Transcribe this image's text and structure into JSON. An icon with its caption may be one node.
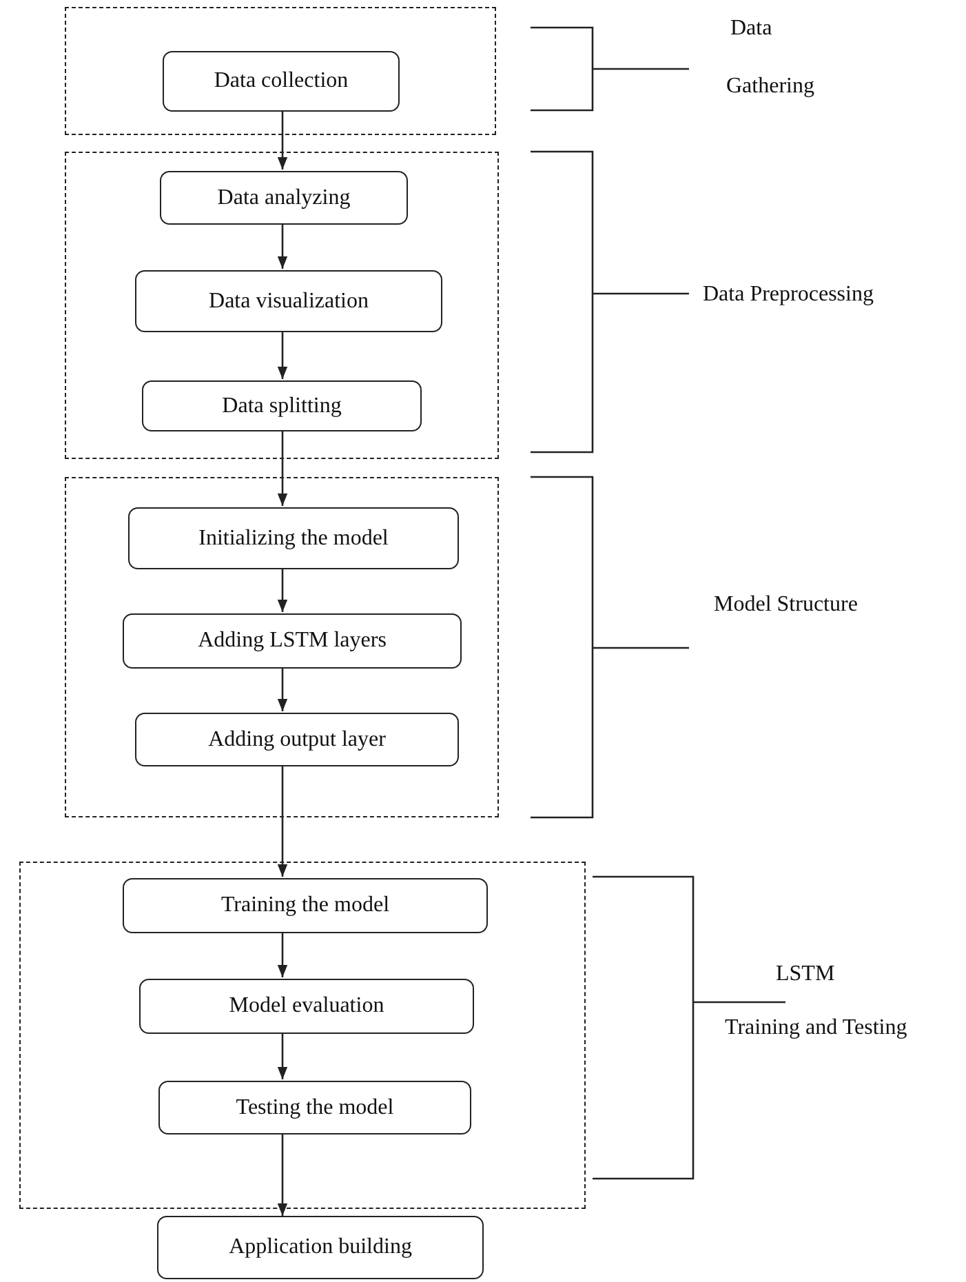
{
  "diagram": {
    "nodes": [
      {
        "text": [],
        "shape": "box"
      },
      {
        "text": [
          "Data collection"
        ],
        "in": 0
      },
      {
        "text": [],
        "shape": "box"
      },
      {
        "text": [
          "Data analyzing"
        ],
        "in": 2
      },
      {
        "text": [
          "Data visualization"
        ],
        "in": 2
      },
      {
        "text": [
          "Data splitting"
        ],
        "in": 2
      },
      {
        "text": [],
        "shape": "box"
      },
      {
        "text": [
          "Initializing the model"
        ],
        "in": 6
      },
      {
        "text": [
          "Adding LSTM layers"
        ],
        "in": 6
      },
      {
        "text": [
          "Adding output layer"
        ],
        "in": 6
      },
      {
        "text": [],
        "shape": "box"
      },
      {
        "text": [
          "Training the model"
        ],
        "in": 10
      },
      {
        "text": [
          "Model evaluation"
        ],
        "in": 10
      },
      {
        "text": [
          "Testing the model"
        ],
        "in": 10
      },
      {
        "text": [
          "Application building"
        ]
      }
    ],
    "edges": [
      {
        "from": 1,
        "to": 3,
        "arrow": "to"
      },
      {
        "from": 3,
        "to": 4,
        "arrow": "to"
      },
      {
        "from": 4,
        "to": 5,
        "arrow": "to"
      },
      {
        "from": 5,
        "to": 7,
        "arrow": "to"
      },
      {
        "from": 7,
        "to": 8,
        "arrow": "to"
      },
      {
        "from": 8,
        "to": 9,
        "arrow": "to"
      },
      {
        "from": 9,
        "to": 11,
        "arrow": "to"
      },
      {
        "from": 11,
        "to": 12,
        "arrow": "to"
      },
      {
        "from": 12,
        "to": 13,
        "arrow": "to"
      },
      {
        "from": 13,
        "to": 14,
        "arrow": "to"
      }
    ],
    "labels": [
      "Data",
      "Gathering",
      "Data Preprocessing",
      "Model Structure",
      "LSTM",
      "Training and Testing"
    ]
  }
}
